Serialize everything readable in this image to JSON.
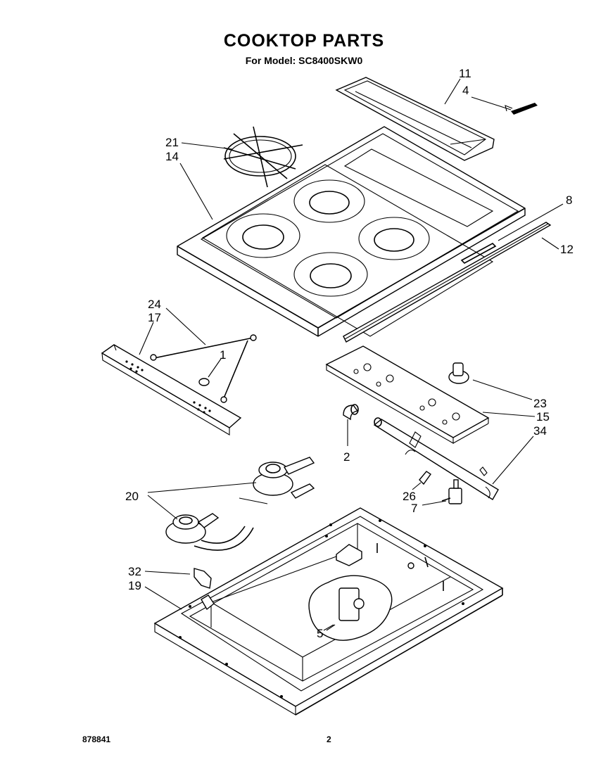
{
  "header": {
    "title": "COOKTOP PARTS",
    "model_line": "For Model: SC8400SKW0"
  },
  "callouts": [
    {
      "id": "c11",
      "label": "11"
    },
    {
      "id": "c4",
      "label": "4"
    },
    {
      "id": "c21",
      "label": "21"
    },
    {
      "id": "c14",
      "label": "14"
    },
    {
      "id": "c8",
      "label": "8"
    },
    {
      "id": "c12",
      "label": "12"
    },
    {
      "id": "c24",
      "label": "24"
    },
    {
      "id": "c17",
      "label": "17"
    },
    {
      "id": "c1",
      "label": "1"
    },
    {
      "id": "c23",
      "label": "23"
    },
    {
      "id": "c15",
      "label": "15"
    },
    {
      "id": "c34",
      "label": "34"
    },
    {
      "id": "c2",
      "label": "2"
    },
    {
      "id": "c20",
      "label": "20"
    },
    {
      "id": "c26",
      "label": "26"
    },
    {
      "id": "c7",
      "label": "7"
    },
    {
      "id": "c32",
      "label": "32"
    },
    {
      "id": "c19",
      "label": "19"
    },
    {
      "id": "c5",
      "label": "5"
    }
  ],
  "footer": {
    "doc_number": "878841",
    "page_number": "2"
  }
}
